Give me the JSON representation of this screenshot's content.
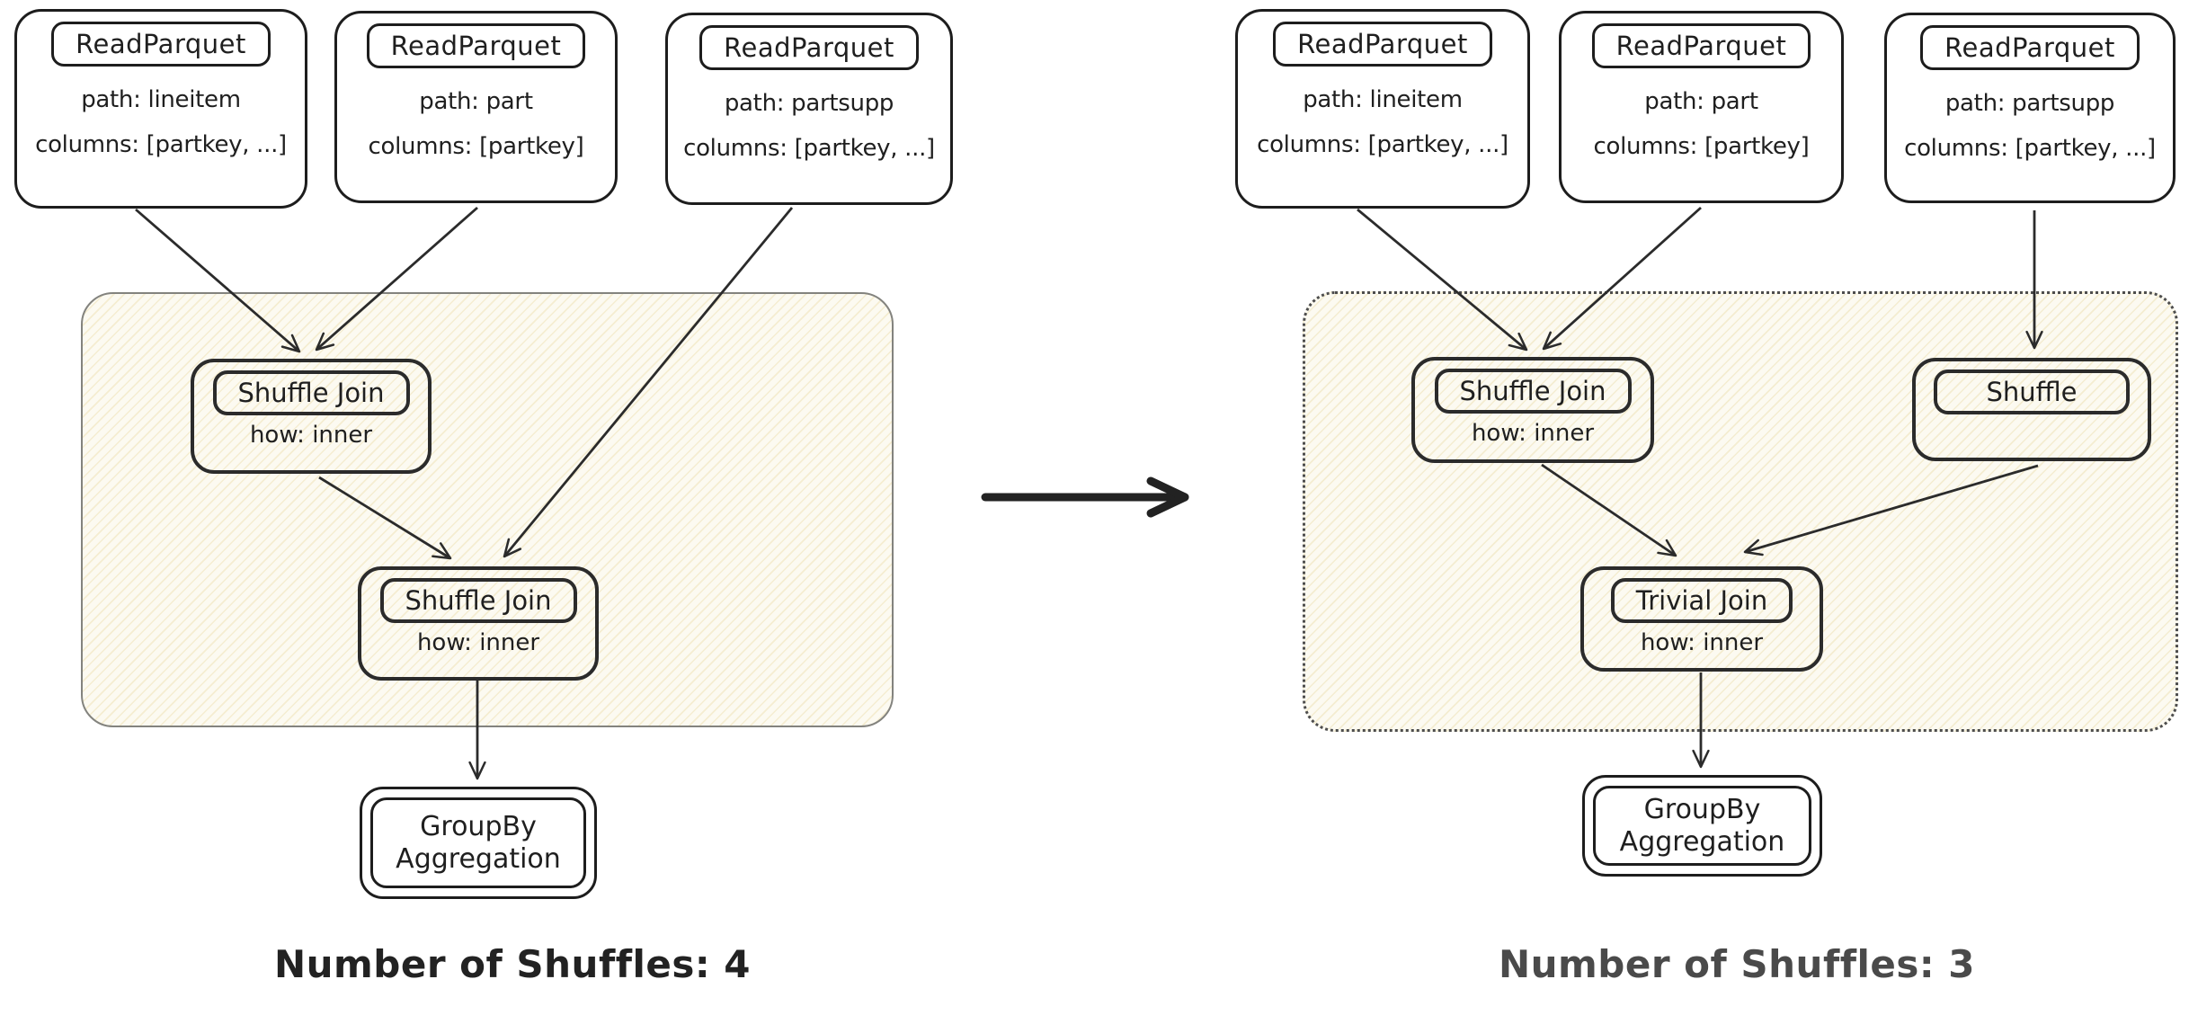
{
  "colors": {
    "ink": "#1f1f1f",
    "stroke": "#2b2b2b",
    "container_fill": "#fcfaf1",
    "container_hatch": "#ecdDaa",
    "left_container_border": "#83837e",
    "right_container_border": "#4d4d4d",
    "caption_left": "#222222",
    "caption_right": "#4a4a4a"
  },
  "left": {
    "caption": "Number of Shuffles: 4",
    "sources": [
      {
        "title": "ReadParquet",
        "path": "path: lineitem",
        "columns": "columns: [partkey, ...]"
      },
      {
        "title": "ReadParquet",
        "path": "path: part",
        "columns": "columns: [partkey]"
      },
      {
        "title": "ReadParquet",
        "path": "path: partsupp",
        "columns": "columns: [partkey, ...]"
      }
    ],
    "joins": [
      {
        "title": "Shuffle Join",
        "detail": "how: inner"
      },
      {
        "title": "Shuffle Join",
        "detail": "how: inner"
      }
    ],
    "sink": {
      "line1": "GroupBy",
      "line2": "Aggregation"
    }
  },
  "right": {
    "caption": "Number of Shuffles: 3",
    "sources": [
      {
        "title": "ReadParquet",
        "path": "path: lineitem",
        "columns": "columns: [partkey, ...]"
      },
      {
        "title": "ReadParquet",
        "path": "path: part",
        "columns": "columns: [partkey]"
      },
      {
        "title": "ReadParquet",
        "path": "path: partsupp",
        "columns": "columns: [partkey, ...]"
      }
    ],
    "joins": [
      {
        "title": "Shuffle Join",
        "detail": "how: inner"
      },
      {
        "title": "Shuffle",
        "detail": ""
      },
      {
        "title": "Trivial Join",
        "detail": "how: inner"
      }
    ],
    "sink": {
      "line1": "GroupBy",
      "line2": "Aggregation"
    }
  }
}
